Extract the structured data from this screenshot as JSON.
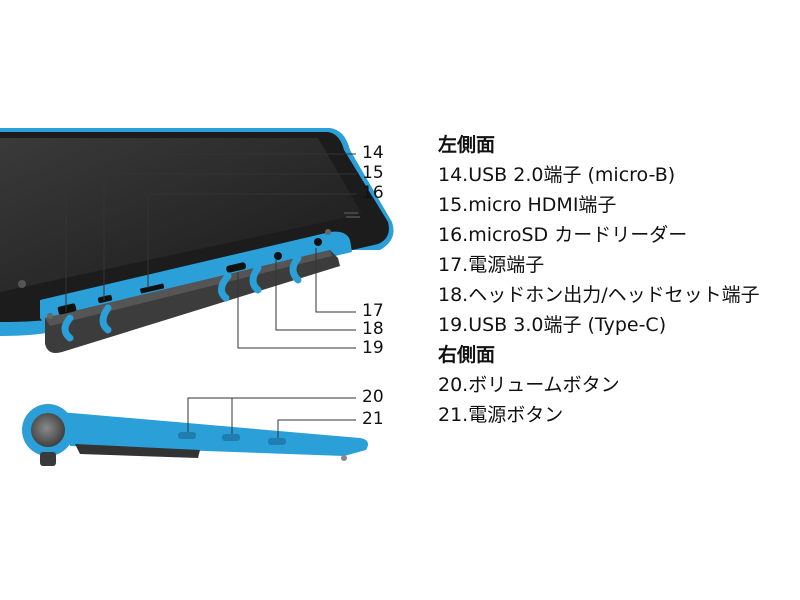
{
  "callouts": {
    "n14": "14",
    "n15": "15",
    "n16": "16",
    "n17": "17",
    "n18": "18",
    "n19": "19",
    "n20": "20",
    "n21": "21"
  },
  "legend": {
    "left_heading": "左側面",
    "left_items": [
      "14.USB 2.0端子 (micro-B)",
      "15.micro HDMI端子",
      "16.microSD カードリーダー",
      "17.電源端子",
      "18.ヘッドホン出力/ヘッドセット端子",
      "19.USB 3.0端子 (Type-C)"
    ],
    "right_heading": "右側面",
    "right_items": [
      "20.ボリュームボタン",
      "21.電源ボタン"
    ]
  },
  "colors": {
    "accent_blue": "#2b9fd8",
    "bezel": "#1c1c1c",
    "screen": "#2a2a2a",
    "callout_line": "#333333"
  }
}
